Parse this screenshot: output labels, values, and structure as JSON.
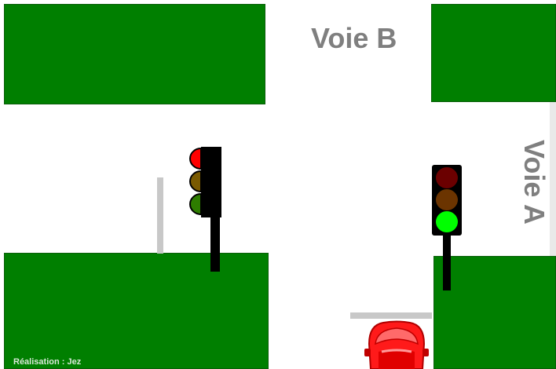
{
  "roads": {
    "voie_a_label": "Voie A",
    "voie_b_label": "Voie B"
  },
  "credit": "Réalisation : Jez",
  "traffic_lights": {
    "voie_a": {
      "state": "green",
      "lamps": [
        "red",
        "amber",
        "green"
      ],
      "colors": {
        "red_off": "#6b0000",
        "amber_off": "#6b3400",
        "green_on": "#00ff00"
      }
    },
    "voie_b": {
      "state": "red",
      "lamps": [
        "red",
        "amber",
        "green"
      ],
      "colors": {
        "red_on": "#ff0000",
        "amber_off": "#7a5a00",
        "green_off": "#2e7d00"
      }
    }
  },
  "car": {
    "color": "#ff1a1a"
  },
  "colors": {
    "grass": "#007f00",
    "road": "#ffffff",
    "label": "#7f7f7f"
  }
}
